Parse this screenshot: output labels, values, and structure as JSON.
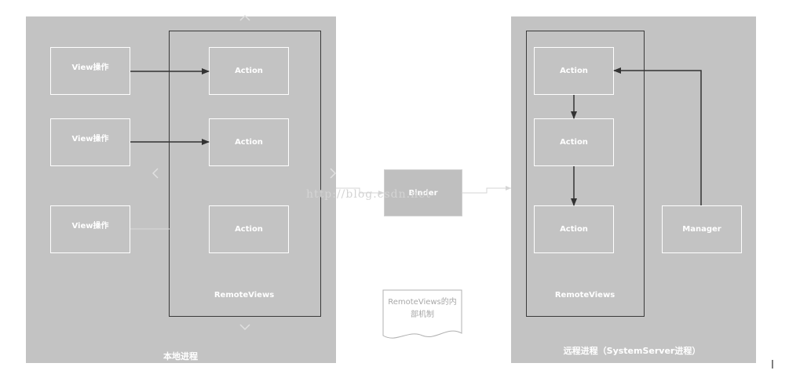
{
  "local_process": {
    "caption": "本地进程",
    "view_ops": [
      "View操作",
      "View操作",
      "View操作"
    ],
    "actions": [
      "Action",
      "Action",
      "Action"
    ],
    "remoteviews_label": "RemoteViews"
  },
  "binder": {
    "label": "Binder"
  },
  "watermark": "http://blog.csdn.net",
  "note": {
    "line1": "RemoteViews的内",
    "line2": "部机制"
  },
  "remote_process": {
    "caption": "远程进程（SystemServer进程）",
    "actions": [
      "Action",
      "Action",
      "Action"
    ],
    "remoteviews_label": "RemoteViews",
    "manager_label": "Manager"
  },
  "corner_mark": "l",
  "colors": {
    "panel": "#c3c3c3",
    "frame": "#3a3a3a",
    "box_border": "#ffffff",
    "arrow": "#333333"
  }
}
